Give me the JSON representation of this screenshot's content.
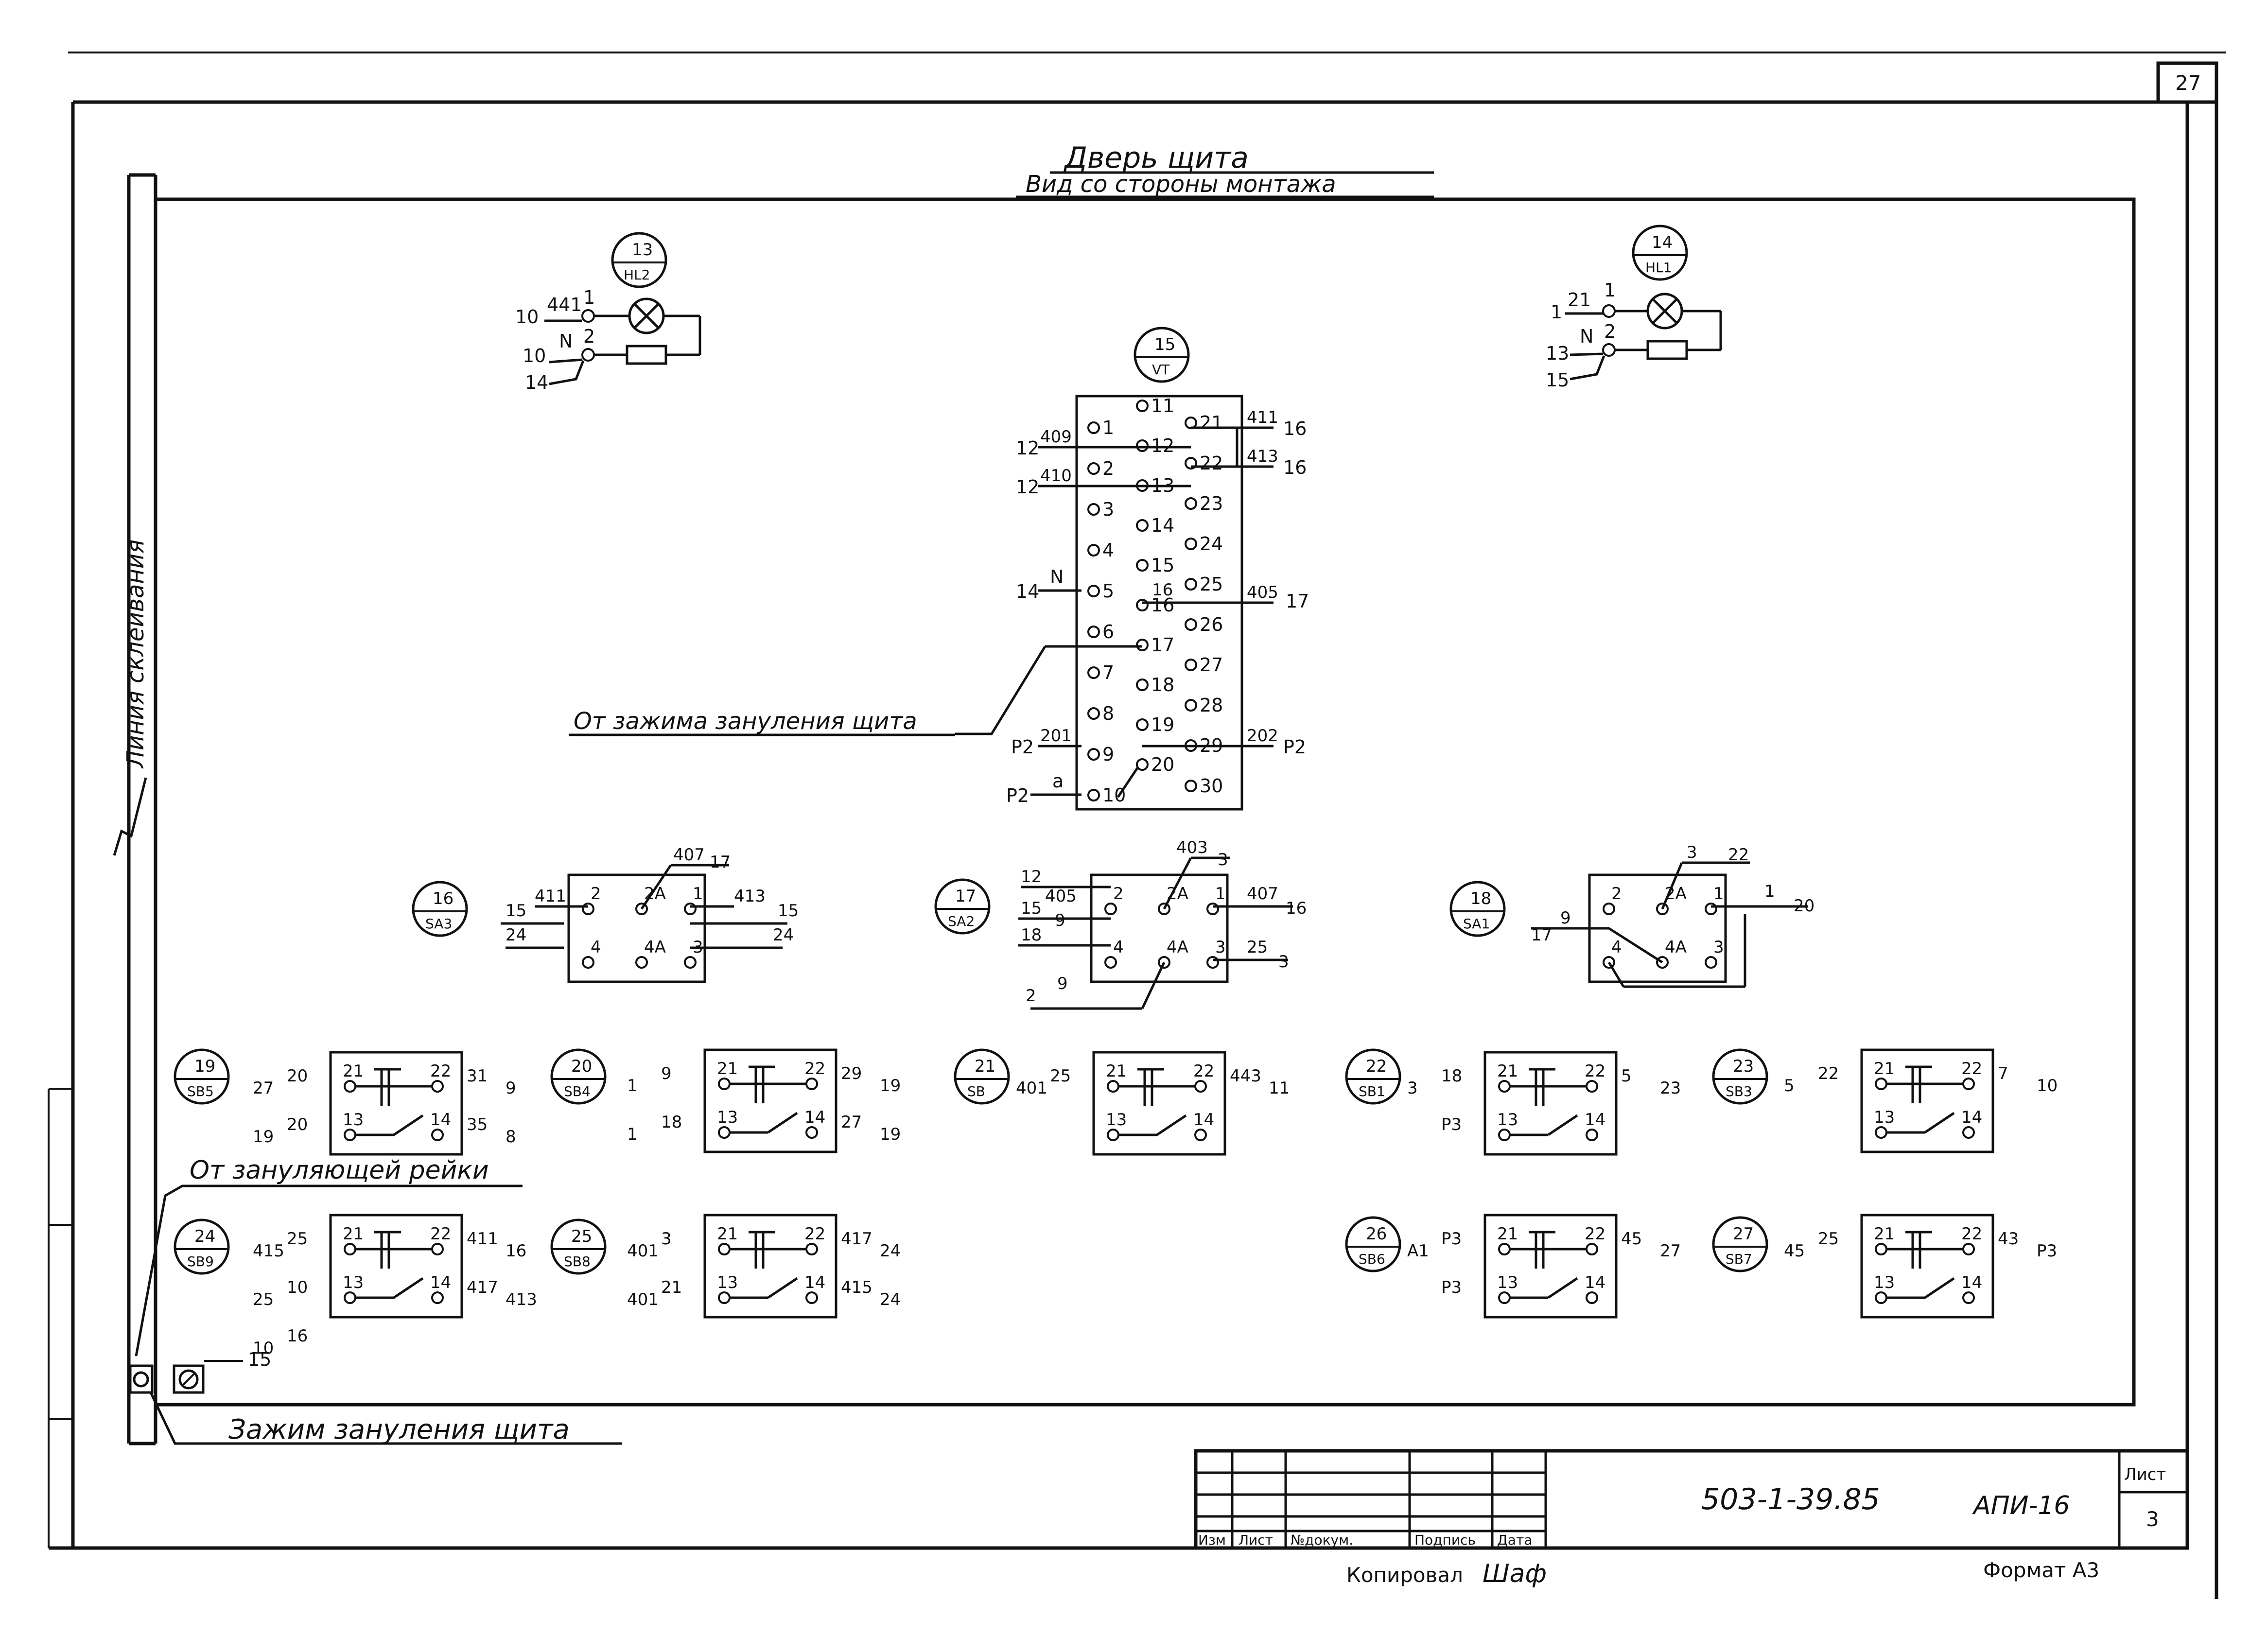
{
  "sheet_corner_number": "27",
  "title": "Дверь щита",
  "subtitle": "Вид со стороны монтажа",
  "side_label": "Линия склеивания",
  "lamps": [
    {
      "id": "13",
      "code": "HL2",
      "pin1_wire": "441",
      "pin1": "1",
      "pin2_wire": "N",
      "pin2": "2",
      "left1": "10",
      "left2": "10",
      "left3": "14"
    },
    {
      "id": "14",
      "code": "HL1",
      "pin1_wire": "21",
      "pin1": "1",
      "pin2_wire": "N",
      "pin2": "2",
      "left1": "1",
      "left2": "13",
      "left3": "15"
    }
  ],
  "terminal_block": {
    "id": "15",
    "code": "VT",
    "col1": [
      "1",
      "2",
      "3",
      "4",
      "5",
      "6",
      "7",
      "8",
      "9",
      "10"
    ],
    "col2": [
      "11",
      "12",
      "13",
      "14",
      "15",
      "16",
      "17",
      "18",
      "19",
      "20"
    ],
    "col3": [
      "21",
      "22",
      "23",
      "24",
      "25",
      "26",
      "27",
      "28",
      "29",
      "30"
    ],
    "wires": {
      "w409": "409",
      "w410": "410",
      "wN": "N",
      "w201": "201",
      "wa": "a",
      "w411": "411",
      "w413": "413",
      "w405": "405",
      "w202": "202",
      "w16": "16",
      "d12a": "12",
      "d12b": "12",
      "d14": "14",
      "dP2a": "P2",
      "dP2b": "P2",
      "d16a": "16",
      "d16b": "16",
      "d17": "17",
      "dP2c": "P2"
    },
    "zero_label": "От зажима зануления щита"
  },
  "switches": [
    {
      "id": "16",
      "code": "SA3"
    },
    {
      "id": "17",
      "code": "SA2"
    },
    {
      "id": "18",
      "code": "SA1"
    }
  ],
  "switch_pins": [
    "2",
    "2A",
    "1",
    "4",
    "4A",
    "3"
  ],
  "switch_wires": {
    "sa3": [
      "407",
      "17",
      "411",
      "15",
      "24",
      "413",
      "15",
      "24"
    ],
    "sa2": [
      "403",
      "3",
      "12",
      "405",
      "15",
      "9",
      "18",
      "407",
      "16",
      "25",
      "3",
      "2",
      "9"
    ],
    "sa1": [
      "3",
      "22",
      "1",
      "20",
      "9",
      "17"
    ]
  },
  "buttons": [
    {
      "id": "19",
      "code": "SB5",
      "wires": [
        "20",
        "27",
        "31",
        "9",
        "20",
        "19",
        "35",
        "8"
      ]
    },
    {
      "id": "20",
      "code": "SB4",
      "wires": [
        "9",
        "1",
        "29",
        "19",
        "18",
        "1",
        "27",
        "19"
      ]
    },
    {
      "id": "21",
      "code": "SB",
      "wires": [
        "25",
        "401",
        "443",
        "11"
      ]
    },
    {
      "id": "22",
      "code": "SB1",
      "wires": [
        "18",
        "3",
        "5",
        "23",
        "P3"
      ]
    },
    {
      "id": "23",
      "code": "SB3",
      "wires": [
        "22",
        "5",
        "7",
        "10"
      ]
    },
    {
      "id": "24",
      "code": "SB9",
      "wires": [
        "25",
        "415",
        "411",
        "16",
        "10",
        "25",
        "417",
        "413",
        "16",
        "10"
      ]
    },
    {
      "id": "25",
      "code": "SB8",
      "wires": [
        "3",
        "401",
        "417",
        "24",
        "21",
        "401",
        "415",
        "24"
      ]
    },
    {
      "id": "26",
      "code": "SB6",
      "wires": [
        "P3",
        "A1",
        "45",
        "27",
        "P3"
      ]
    },
    {
      "id": "27",
      "code": "SB7",
      "wires": [
        "25",
        "45",
        "43",
        "P3"
      ]
    }
  ],
  "button_pins": [
    "21",
    "22",
    "13",
    "14"
  ],
  "rail_label": "От зануляющей рейки",
  "clamp_label": "Зажим зануления щита",
  "clamp_wire": "15",
  "stamp": {
    "doc_number": "503-1-39.85",
    "sheet_code": "АПИ-16",
    "sheet_label": "Лист",
    "sheet_value": "3",
    "columns": [
      "Изм",
      "Лист",
      "№докум.",
      "Подпись",
      "Дата"
    ]
  },
  "footer": {
    "copied": "Копировал",
    "signature": "Шаф",
    "format": "Формат А3"
  }
}
